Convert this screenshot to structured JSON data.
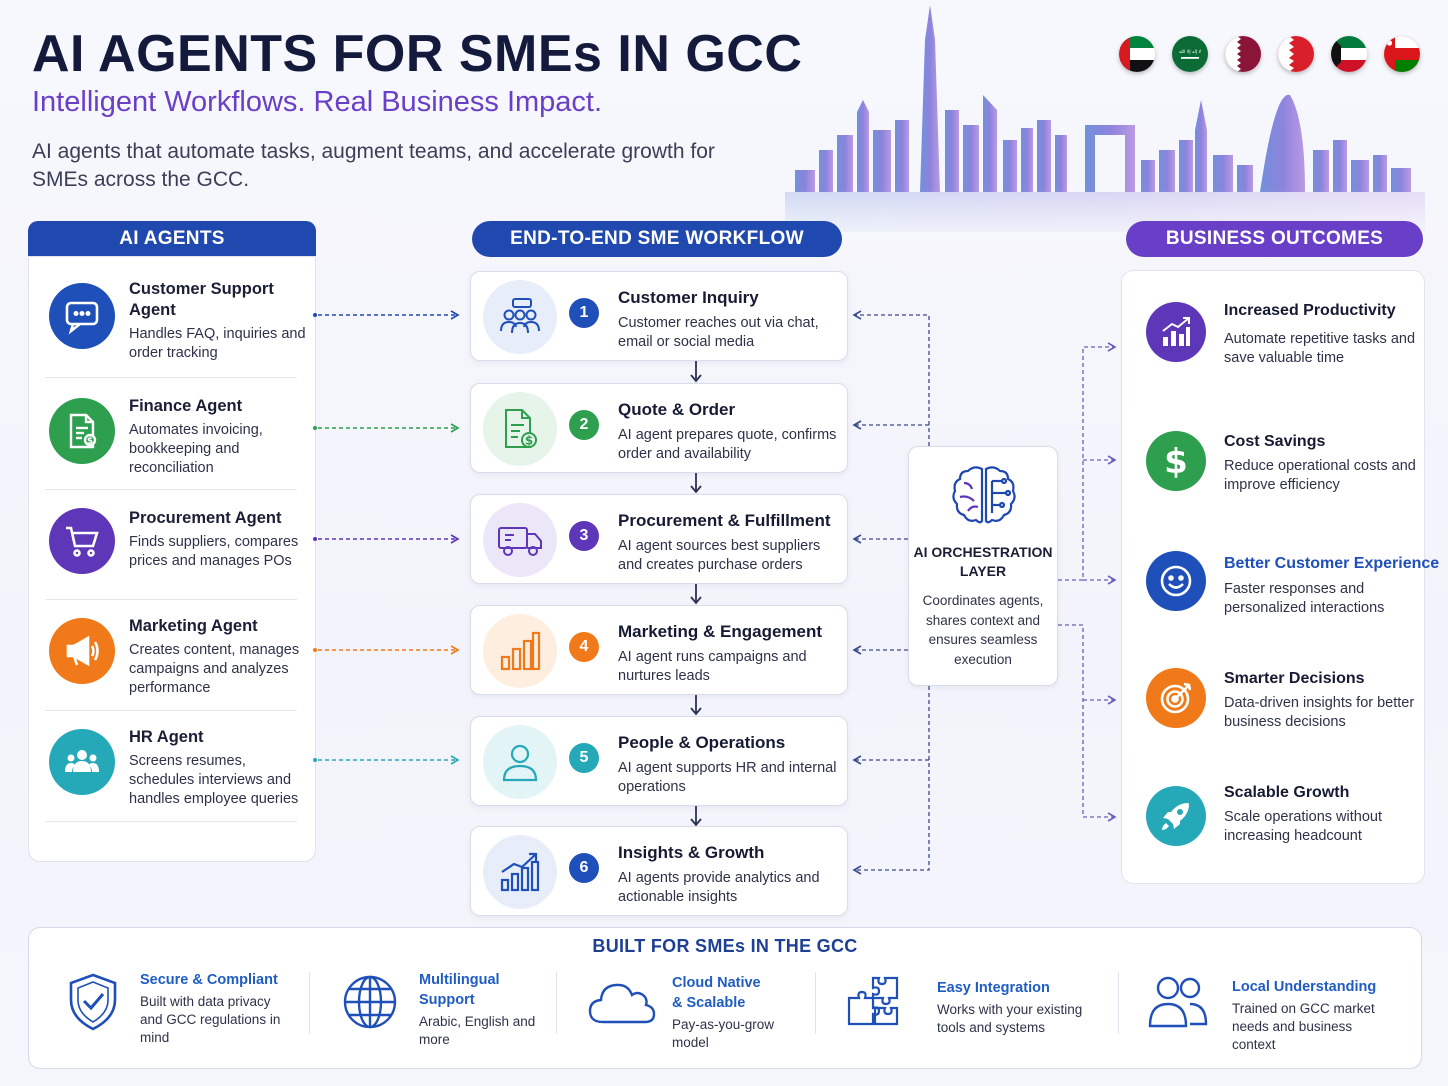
{
  "header": {
    "title": "AI AGENTS FOR SMEs IN GCC",
    "subtitle": "Intelligent Workflows. Real Business Impact.",
    "intro": "AI agents that automate tasks, augment teams, and accelerate growth for SMEs across the GCC.",
    "flags": [
      "uae-flag",
      "saudi-arabia-flag",
      "qatar-flag",
      "bahrain-flag",
      "kuwait-flag",
      "oman-flag"
    ],
    "flag_emblem_text": "لا إله إلا الله"
  },
  "agents": {
    "heading": "AI AGENTS",
    "items": [
      {
        "name": "Customer Support Agent",
        "desc": "Handles FAQ, inquiries and order tracking",
        "color": "#1f4fb8",
        "icon": "chat-bubble-icon"
      },
      {
        "name": "Finance Agent",
        "desc": "Automates invoicing, bookkeeping and reconciliation",
        "color": "#2e9e4f",
        "icon": "invoice-document-icon"
      },
      {
        "name": "Procurement Agent",
        "desc": "Finds suppliers, compares prices and manages POs",
        "color": "#5e36b8",
        "icon": "shopping-cart-icon"
      },
      {
        "name": "Marketing Agent",
        "desc": "Creates content, manages campaigns and analyzes performance",
        "color": "#f07a1a",
        "icon": "megaphone-icon"
      },
      {
        "name": "HR Agent",
        "desc": "Screens resumes, schedules interviews and handles employee queries",
        "color": "#25a9b8",
        "icon": "team-people-icon"
      }
    ]
  },
  "workflow": {
    "heading": "END-TO-END SME WORKFLOW",
    "steps": [
      {
        "num": "1",
        "title": "Customer Inquiry",
        "desc": "Customer reaches out via chat, email or social media",
        "color": "#1f4fb8",
        "tint": "#e7edf9",
        "icon": "customers-icon"
      },
      {
        "num": "2",
        "title": "Quote & Order",
        "desc": "AI agent prepares quote, confirms order and availability",
        "color": "#2e9e4f",
        "tint": "#e6f4ea",
        "icon": "quote-document-icon"
      },
      {
        "num": "3",
        "title": "Procurement & Fulfillment",
        "desc": "AI agent sources best suppliers and creates purchase orders",
        "color": "#5e36b8",
        "tint": "#ece7f8",
        "icon": "delivery-truck-icon"
      },
      {
        "num": "4",
        "title": "Marketing & Engagement",
        "desc": "AI agent runs campaigns and nurtures leads",
        "color": "#f07a1a",
        "tint": "#fdeee0",
        "icon": "bar-chart-icon"
      },
      {
        "num": "5",
        "title": "People & Operations",
        "desc": "AI agent supports HR and internal operations",
        "color": "#25a9b8",
        "tint": "#e2f4f6",
        "icon": "person-icon"
      },
      {
        "num": "6",
        "title": "Insights & Growth",
        "desc": "AI agents provide analytics and actionable insights",
        "color": "#1f4fb8",
        "tint": "#e7edf9",
        "icon": "growth-chart-icon"
      }
    ]
  },
  "orchestration": {
    "title": "AI ORCHESTRATION LAYER",
    "desc": "Coordinates agents, shares context and ensures seamless execution",
    "icon": "brain-circuit-icon"
  },
  "outcomes": {
    "heading": "BUSINESS OUTCOMES",
    "items": [
      {
        "title": "Increased Productivity",
        "desc": "Automate repetitive tasks and save valuable time",
        "color": "#5e36b8",
        "icon": "productivity-chart-icon"
      },
      {
        "title": "Cost Savings",
        "desc": "Reduce operational costs and improve efficiency",
        "color": "#2e9e4f",
        "icon": "dollar-icon"
      },
      {
        "title": "Better Customer Experience",
        "desc": "Faster responses and personalized interactions",
        "color": "#1f4fb8",
        "icon": "smiley-icon"
      },
      {
        "title": "Smarter Decisions",
        "desc": "Data-driven insights for better business decisions",
        "color": "#f07a1a",
        "icon": "target-icon"
      },
      {
        "title": "Scalable Growth",
        "desc": "Scale operations without increasing headcount",
        "color": "#25a9b8",
        "icon": "rocket-icon"
      }
    ]
  },
  "footer": {
    "heading": "BUILT FOR SMEs IN THE GCC",
    "features": [
      {
        "title": "Secure & Compliant",
        "desc": "Built with data privacy and GCC regulations in mind",
        "icon": "shield-check-icon"
      },
      {
        "title": "Multilingual Support",
        "desc": "Arabic, English and more",
        "icon": "globe-icon"
      },
      {
        "title": "Cloud Native & Scalable",
        "desc": "Pay-as-you-grow model",
        "icon": "cloud-icon"
      },
      {
        "title": "Easy Integration",
        "desc": "Works with your existing tools and systems",
        "icon": "puzzle-icon"
      },
      {
        "title": "Local Understanding",
        "desc": "Trained on GCC market needs and business context",
        "icon": "people-icon"
      }
    ]
  }
}
